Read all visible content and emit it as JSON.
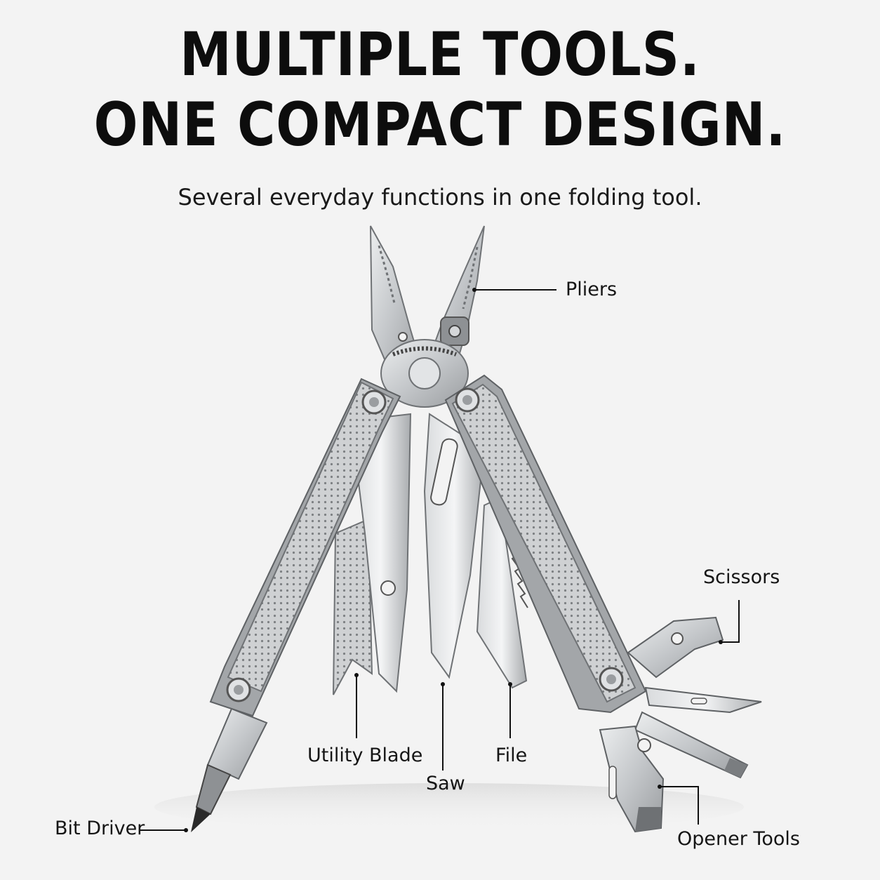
{
  "headline": {
    "line1": "MULTIPLE TOOLS.",
    "line2": "ONE COMPACT DESIGN."
  },
  "subtitle": "Several everyday functions in one folding tool.",
  "callouts": {
    "pliers": "Pliers",
    "scissors": "Scissors",
    "utility_blade": "Utility Blade",
    "saw": "Saw",
    "file": "File",
    "bit_driver": "Bit Driver",
    "opener_tools": "Opener Tools"
  },
  "colors": {
    "background": "#f3f3f3",
    "steel": "#c9cbcd",
    "steel_dark": "#8e9194",
    "text": "#111111"
  }
}
